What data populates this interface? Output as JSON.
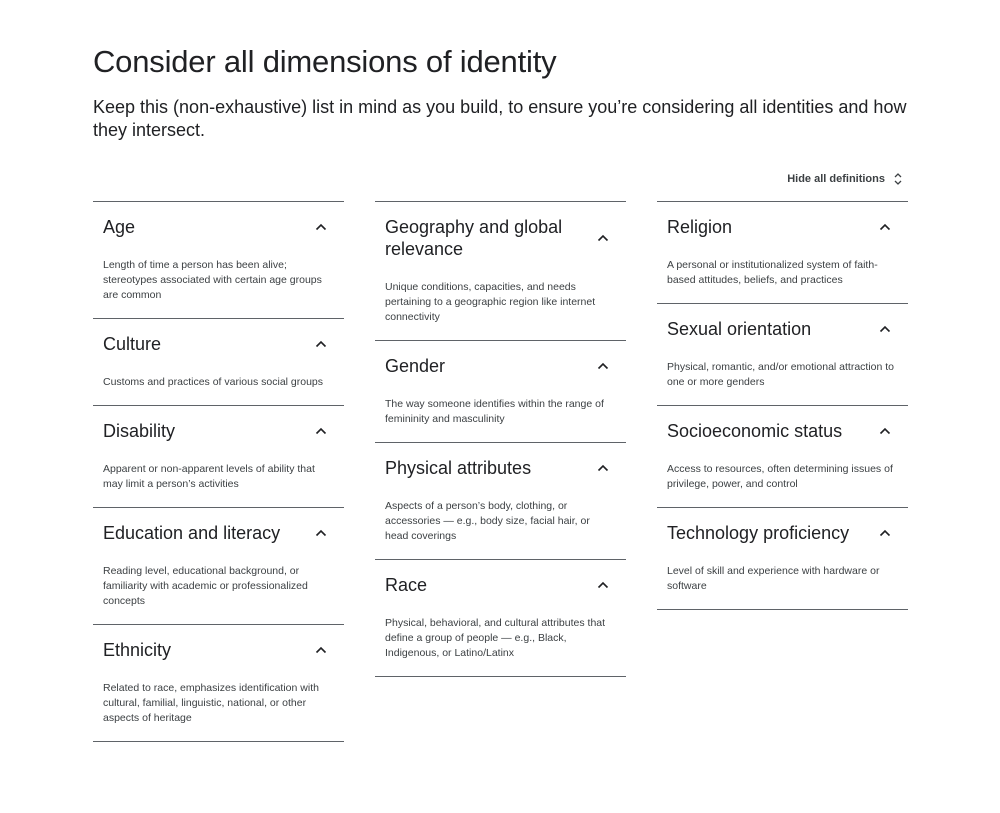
{
  "page": {
    "title": "Consider all dimensions of identity",
    "intro": "Keep this (non-exhaustive) list in mind as you build, to ensure you’re considering all identities and how they intersect.",
    "toggle_label": "Hide all definitions"
  },
  "columns": [
    [
      {
        "title": "Age",
        "definition": "Length of time a person has been alive; stereotypes associated with certain age groups are common"
      },
      {
        "title": "Culture",
        "definition": "Customs and practices of various social groups"
      },
      {
        "title": "Disability",
        "definition": "Apparent or non-apparent levels of ability that may limit a person’s activities"
      },
      {
        "title": "Education and literacy",
        "definition": "Reading level, educational background, or familiarity with academic or professionalized concepts"
      },
      {
        "title": "Ethnicity",
        "definition": "Related to race, emphasizes identification with cultural, familial, linguistic, national, or other aspects of heritage"
      }
    ],
    [
      {
        "title": "Geography and global relevance",
        "definition": "Unique conditions, capacities, and needs pertaining to a geographic region like internet connectivity"
      },
      {
        "title": "Gender",
        "definition": "The way someone identifies within the range of femininity and masculinity"
      },
      {
        "title": "Physical attributes",
        "definition": "Aspects of a person’s body, clothing, or accessories — e.g., body size, facial hair, or head coverings"
      },
      {
        "title": "Race",
        "definition": "Physical, behavioral, and cultural attributes that define a group of people — e.g., Black, Indigenous, or Latino/Latinx"
      }
    ],
    [
      {
        "title": "Religion",
        "definition": "A personal or institutionalized system of faith-based attitudes, beliefs, and practices"
      },
      {
        "title": "Sexual orientation",
        "definition": "Physical, romantic, and/or emotional attraction to one or more genders"
      },
      {
        "title": "Socioeconomic status",
        "definition": "Access to resources, often determining issues of privilege, power, and control"
      },
      {
        "title": "Technology proficiency",
        "definition": "Level of skill and experience with hardware or software"
      }
    ]
  ],
  "icons": {
    "item_toggle": "chevron-up-icon",
    "toggle_all": "unfold-icon"
  }
}
